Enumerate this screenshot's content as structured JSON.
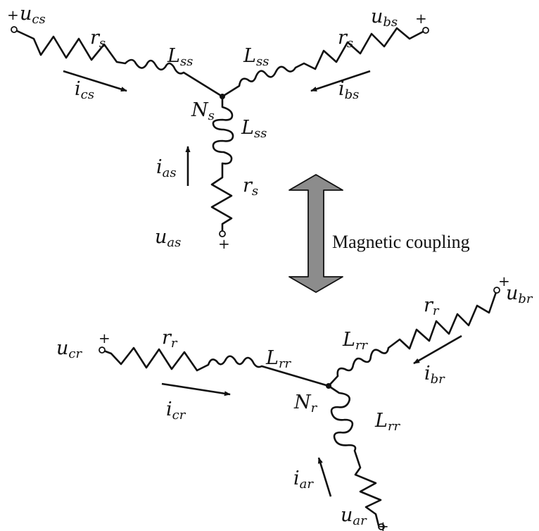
{
  "colors": {
    "line": "#111111",
    "coupling_arrow_fill": "#8c8c8c",
    "background": "#ffffff"
  },
  "stator": {
    "u_cs": {
      "main": "u",
      "sub": "cs"
    },
    "u_bs": {
      "main": "u",
      "sub": "bs"
    },
    "u_as": {
      "main": "u",
      "sub": "as"
    },
    "r_s_c": {
      "main": "r",
      "sub": "s"
    },
    "r_s_b": {
      "main": "r",
      "sub": "s"
    },
    "r_s_a": {
      "main": "r",
      "sub": "s"
    },
    "L_ss_c": {
      "main": "L",
      "sub": "ss"
    },
    "L_ss_b": {
      "main": "L",
      "sub": "ss"
    },
    "L_ss_a": {
      "main": "L",
      "sub": "ss"
    },
    "i_cs": {
      "main": "i",
      "sub": "cs"
    },
    "i_bs": {
      "main": "i",
      "sub": "bs"
    },
    "i_as": {
      "main": "i",
      "sub": "as"
    },
    "N_s": {
      "main": "N",
      "sub": "s"
    }
  },
  "rotor": {
    "u_cr": {
      "main": "u",
      "sub": "cr"
    },
    "u_br": {
      "main": "u",
      "sub": "br"
    },
    "u_ar": {
      "main": "u",
      "sub": "ar"
    },
    "r_r_c": {
      "main": "r",
      "sub": "r"
    },
    "r_r_b": {
      "main": "r",
      "sub": "r"
    },
    "L_rr_c": {
      "main": "L",
      "sub": "rr"
    },
    "L_rr_b": {
      "main": "L",
      "sub": "rr"
    },
    "L_rr_a": {
      "main": "L",
      "sub": "rr"
    },
    "i_cr": {
      "main": "i",
      "sub": "cr"
    },
    "i_br": {
      "main": "i",
      "sub": "br"
    },
    "i_ar": {
      "main": "i",
      "sub": "ar"
    },
    "N_r": {
      "main": "N",
      "sub": "r"
    }
  },
  "plus_sign": "+",
  "coupling": {
    "label": "Magnetic coupling"
  }
}
